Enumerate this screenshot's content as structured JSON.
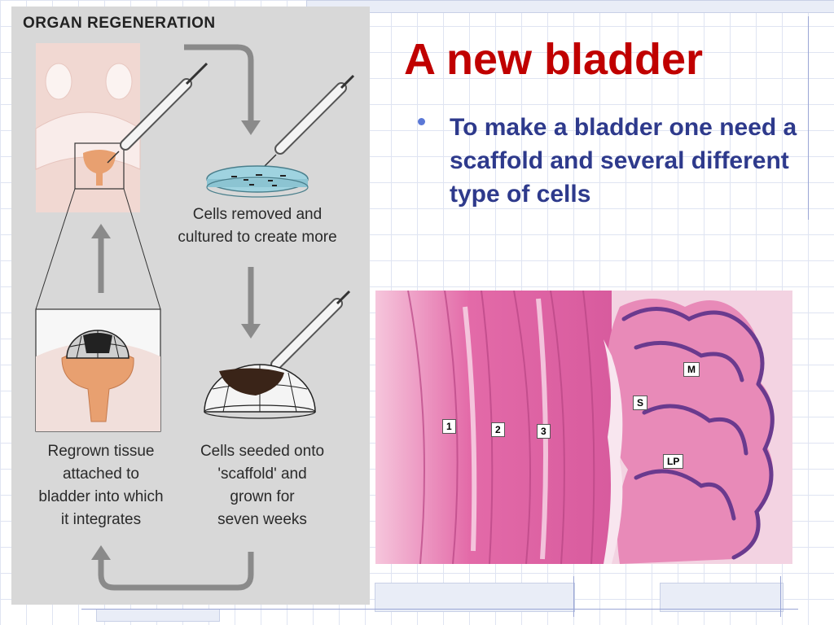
{
  "slide": {
    "title": "A new bladder",
    "bullets": [
      "To make a bladder one need a scaffold and several different type of cells"
    ]
  },
  "figure": {
    "title": "ORGAN REGENERATION",
    "captions": {
      "cells_removed": "Cells removed and\ncultured to create more",
      "cells_seeded": "Cells seeded onto\n'scaffold' and\ngrown for\nseven weeks",
      "regrown_tissue": "Regrown tissue\nattached to\nbladder into which\nit integrates"
    }
  },
  "histology": {
    "labels": [
      "1",
      "2",
      "3",
      "M",
      "S",
      "LP"
    ]
  },
  "colors": {
    "title_red": "#c00000",
    "bullet_text": "#2e3a8c",
    "tissue_pink": "#e36aa8",
    "bladder_orange": "#e8a070",
    "dish_blue": "#9fd3e0"
  }
}
